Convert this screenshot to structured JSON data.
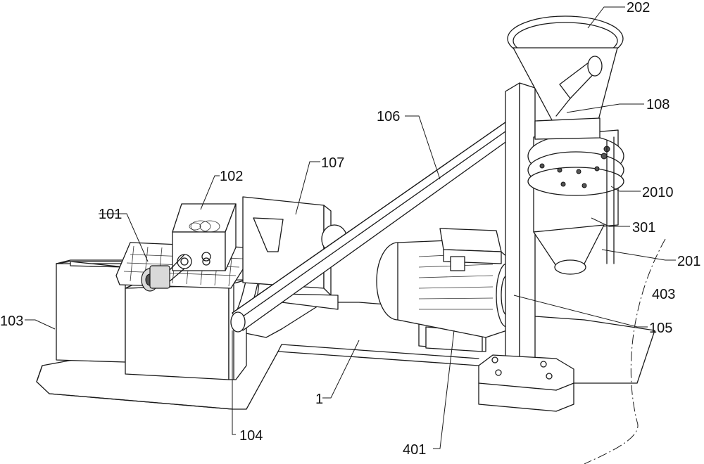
{
  "labels": {
    "l202": "202",
    "l108": "108",
    "l106": "106",
    "l107": "107",
    "l102": "102",
    "l101": "101",
    "l2010": "2010",
    "l301": "301",
    "l201": "201",
    "l403": "403",
    "l105": "105",
    "l103": "103",
    "l1": "1",
    "l104": "104",
    "l401": "401"
  }
}
